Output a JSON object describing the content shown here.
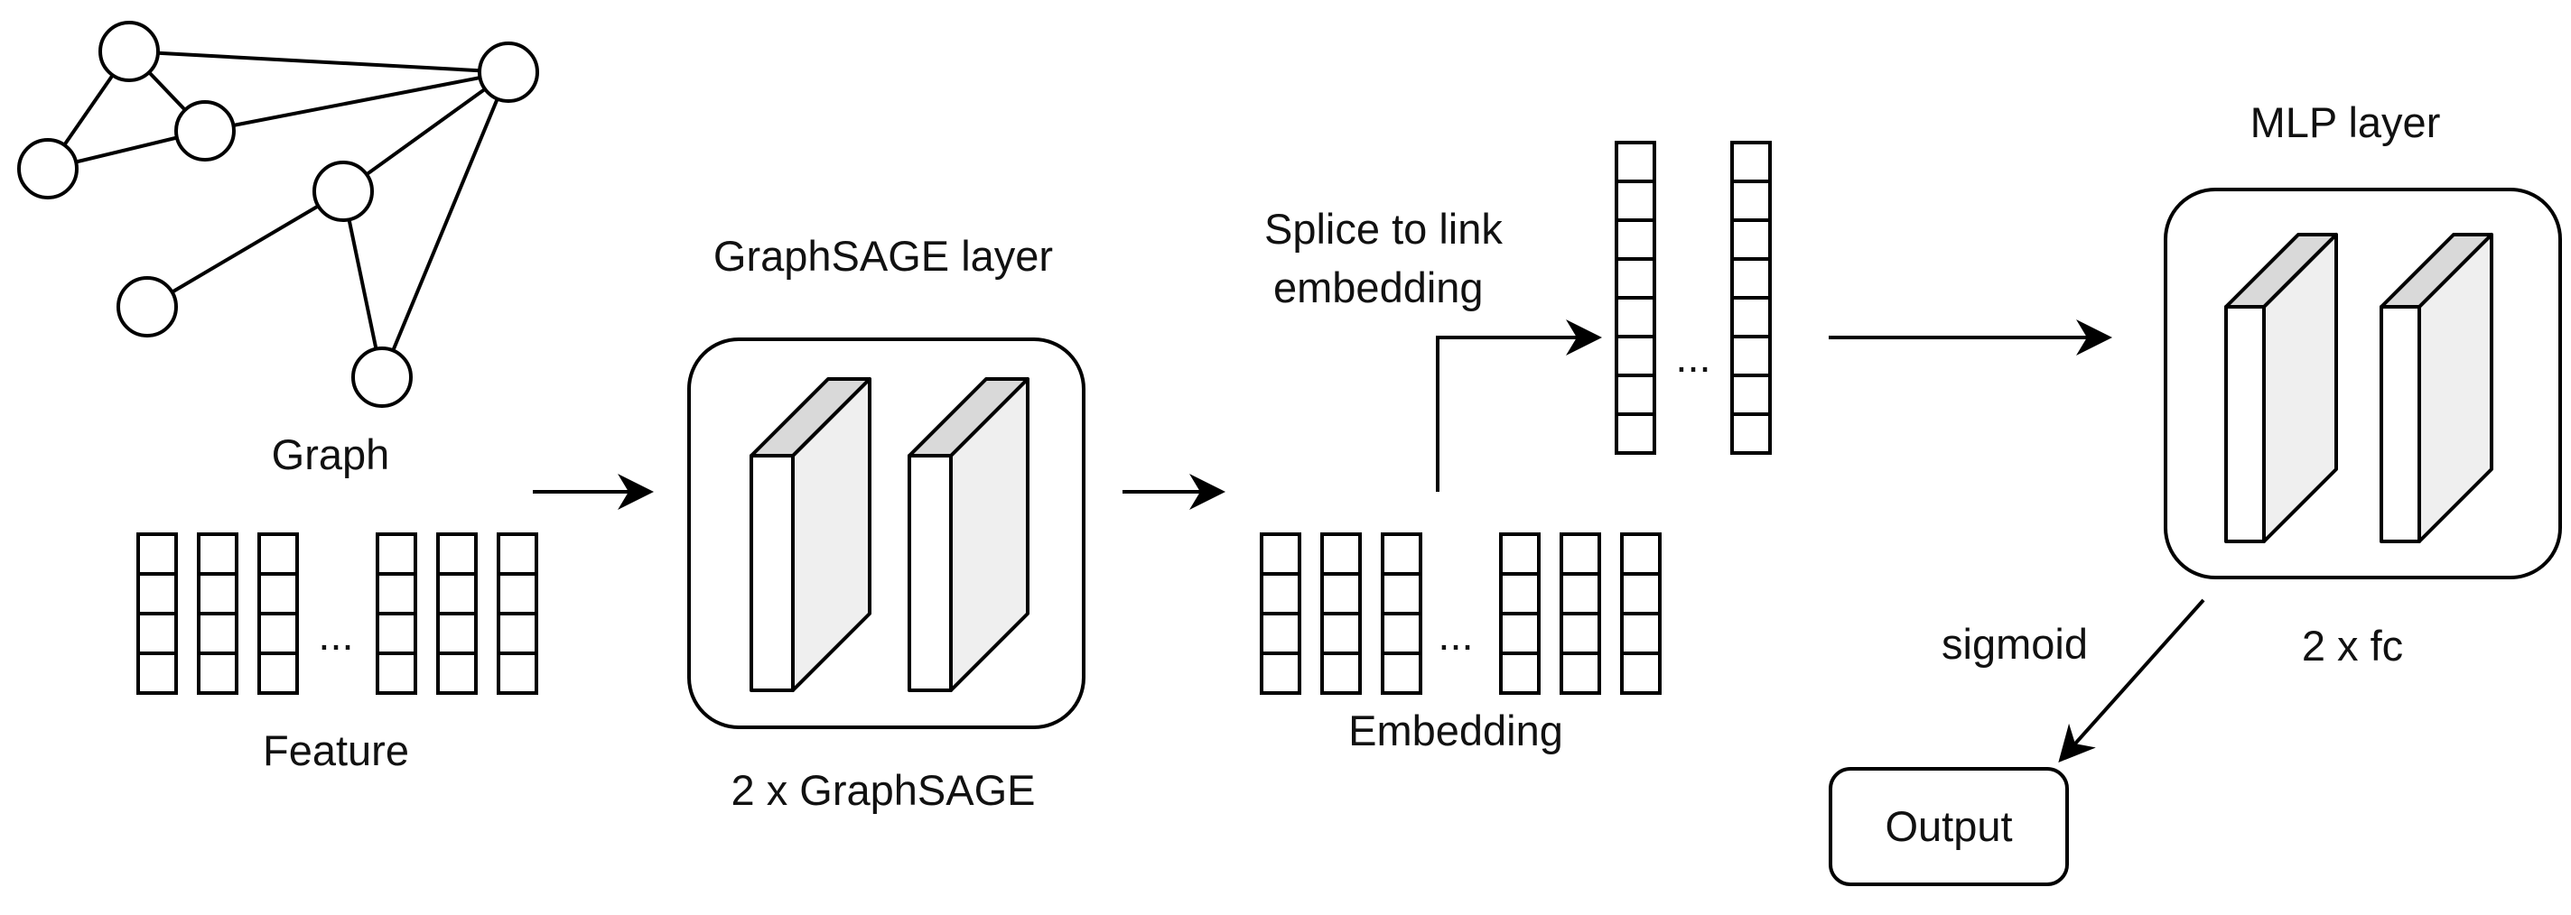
{
  "labels": {
    "graph": "Graph",
    "feature": "Feature",
    "graphsage_layer": "GraphSAGE layer",
    "graphsage_count": "2 x GraphSAGE",
    "embedding": "Embedding",
    "splice_line1": "Splice to link",
    "splice_line2": "embedding",
    "mlp_layer": "MLP layer",
    "fc_count": "2 x fc",
    "sigmoid": "sigmoid",
    "output": "Output",
    "ellipsis": "..."
  },
  "colors": {
    "stroke": "#000000",
    "panel_fill": "#efefef",
    "panel_top": "#d9d9d9",
    "background": "#ffffff"
  }
}
